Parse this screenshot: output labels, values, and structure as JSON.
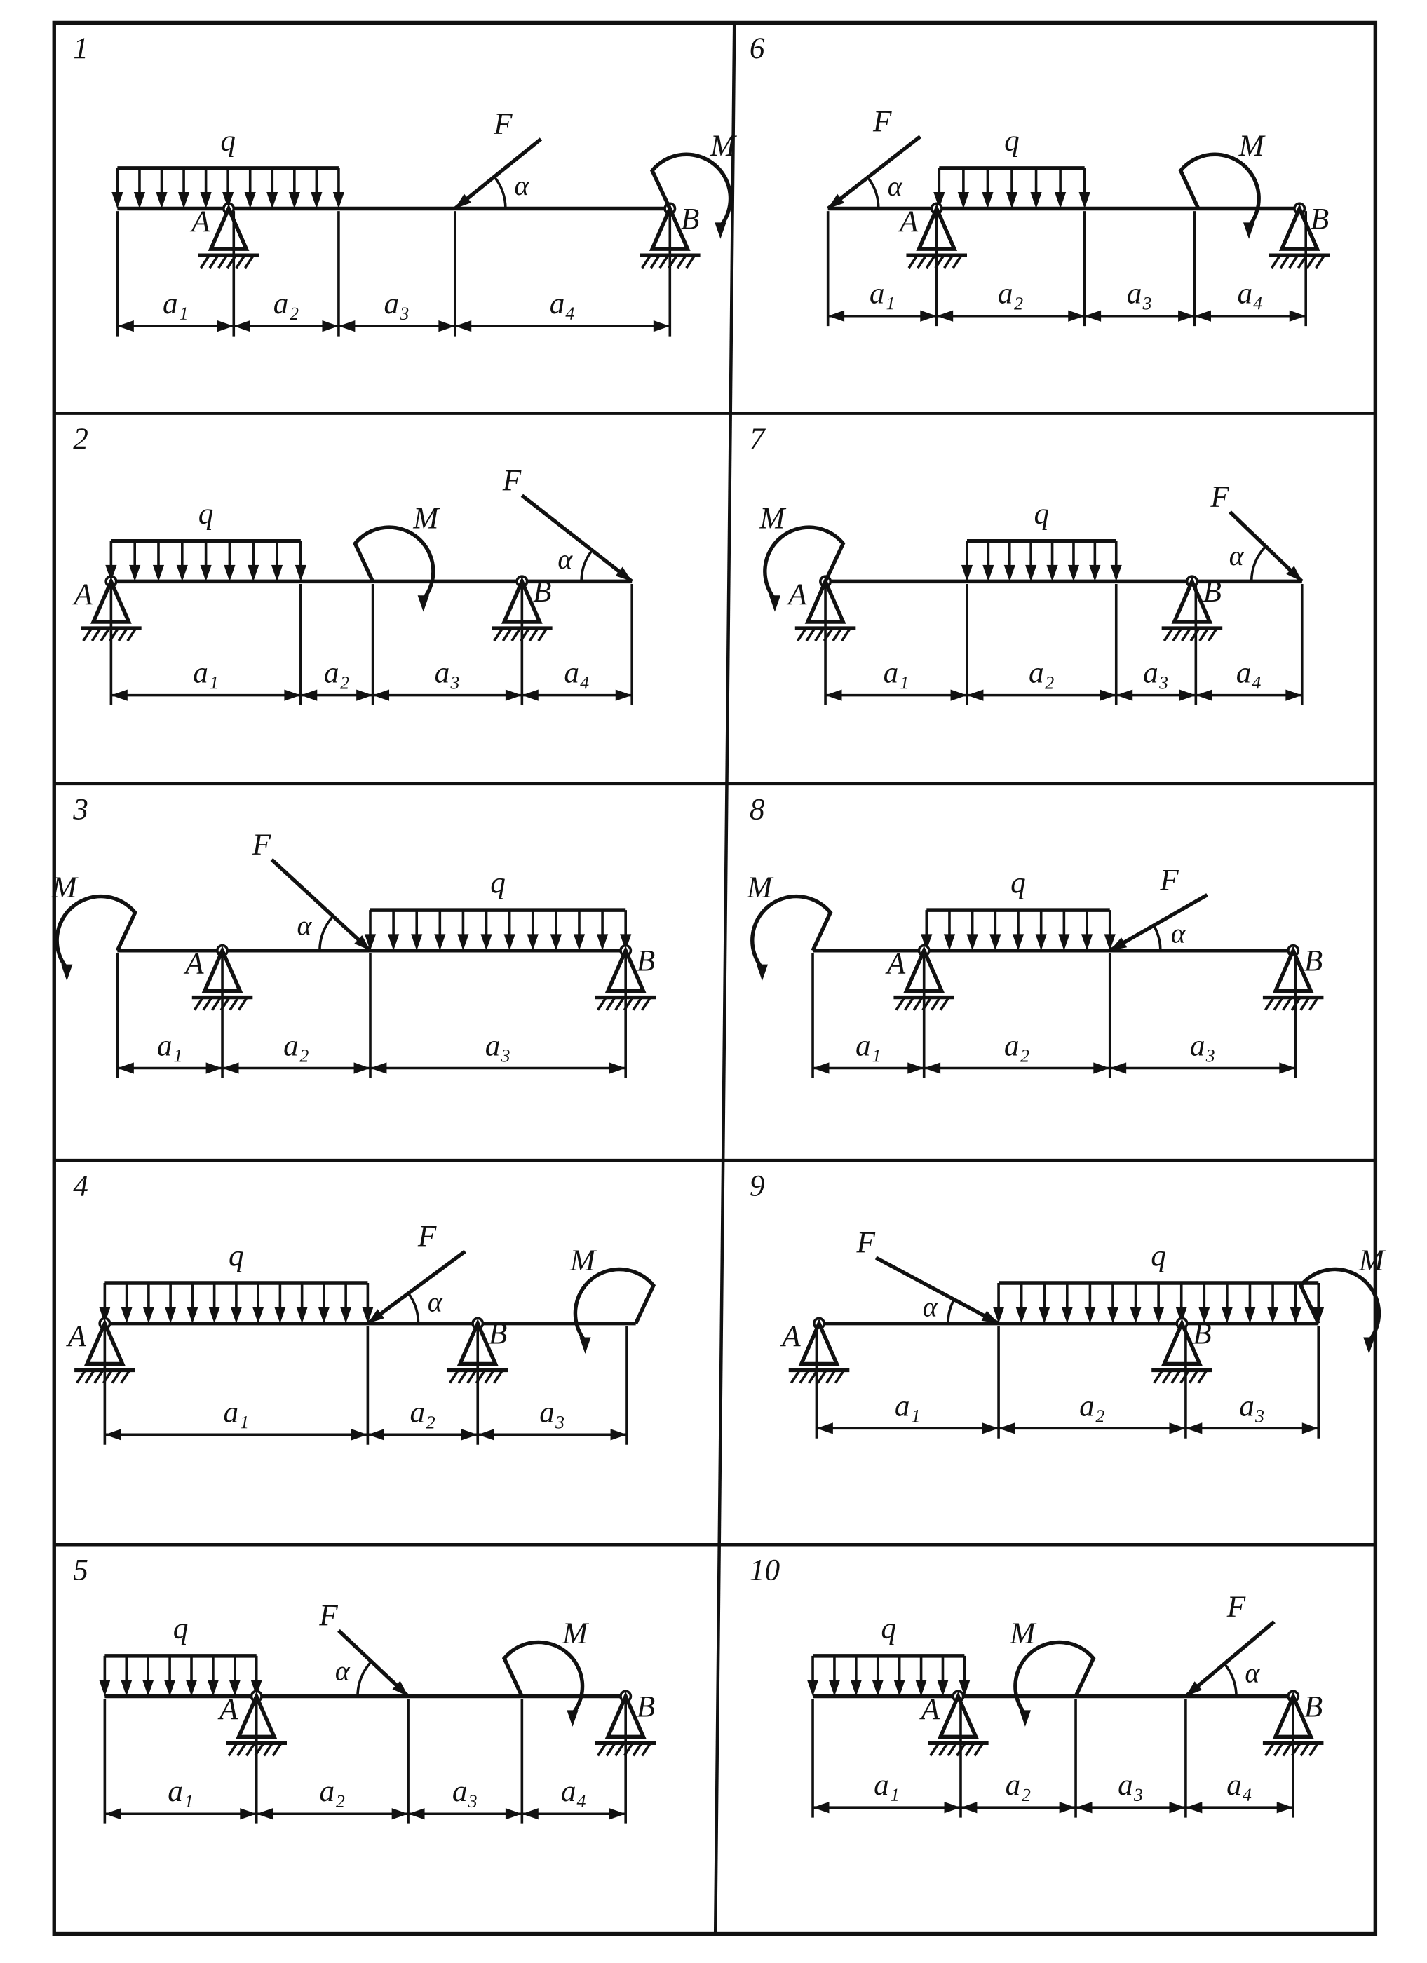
{
  "panels": [
    {
      "number": "1",
      "q": "q",
      "F": "F",
      "M": "M",
      "alpha": "α",
      "A": "A",
      "B": "B",
      "dims": [
        "a₁",
        "a₂",
        "a₃",
        "a₄"
      ]
    },
    {
      "number": "2",
      "q": "q",
      "F": "F",
      "M": "M",
      "alpha": "α",
      "A": "A",
      "B": "B",
      "dims": [
        "a₁",
        "a₂",
        "a₃",
        "a₄"
      ]
    },
    {
      "number": "3",
      "q": "q",
      "F": "F",
      "M": "M",
      "alpha": "α",
      "A": "A",
      "B": "B",
      "dims": [
        "a₁",
        "a₂",
        "a₃"
      ]
    },
    {
      "number": "4",
      "q": "q",
      "F": "F",
      "M": "M",
      "alpha": "α",
      "A": "A",
      "B": "B",
      "dims": [
        "a₁",
        "a₂",
        "a₃"
      ]
    },
    {
      "number": "5",
      "q": "q",
      "F": "F",
      "M": "M",
      "alpha": "α",
      "A": "A",
      "B": "B",
      "dims": [
        "a₁",
        "a₂",
        "a₃",
        "a₄"
      ]
    },
    {
      "number": "6",
      "q": "q",
      "F": "F",
      "M": "M",
      "alpha": "α",
      "A": "A",
      "B": "B",
      "dims": [
        "a₁",
        "a₂",
        "a₃",
        "a₄"
      ]
    },
    {
      "number": "7",
      "q": "q",
      "F": "F",
      "M": "M",
      "alpha": "α",
      "A": "A",
      "B": "B",
      "dims": [
        "a₁",
        "a₂",
        "a₃",
        "a₄"
      ]
    },
    {
      "number": "8",
      "q": "q",
      "F": "F",
      "M": "M",
      "alpha": "α",
      "A": "A",
      "B": "B",
      "dims": [
        "a₁",
        "a₂",
        "a₃"
      ]
    },
    {
      "number": "9",
      "q": "q",
      "F": "F",
      "M": "M",
      "alpha": "α",
      "A": "A",
      "B": "B",
      "dims": [
        "a₁",
        "a₂",
        "a₃"
      ]
    },
    {
      "number": "10",
      "q": "q",
      "F": "F",
      "M": "M",
      "alpha": "α",
      "A": "A",
      "B": "B",
      "dims": [
        "a₁",
        "a₂",
        "a₃",
        "a₄"
      ]
    }
  ]
}
